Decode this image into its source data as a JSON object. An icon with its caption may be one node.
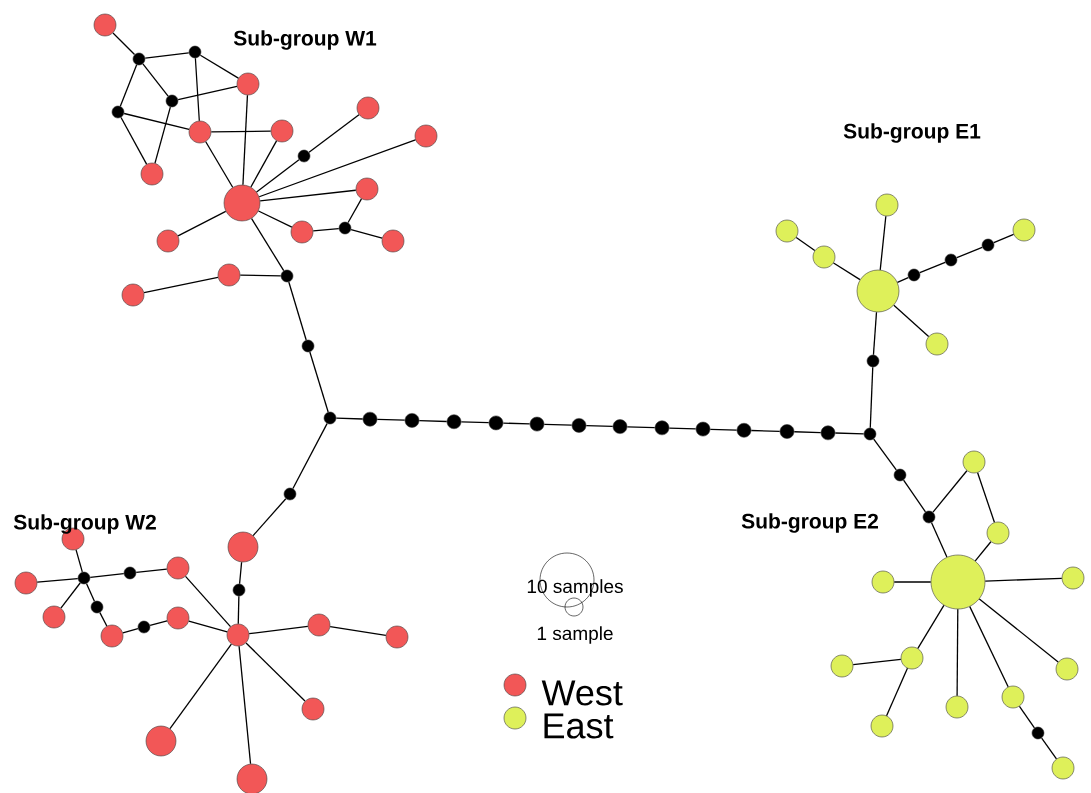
{
  "diagram": {
    "nodes": [
      {
        "text": [],
        "shape": "circle"
      },
      {
        "text": [],
        "shape": "circle"
      },
      {
        "text": [],
        "shape": "circle"
      },
      {
        "text": [],
        "shape": "circle"
      },
      {
        "text": [],
        "shape": "circle"
      },
      {
        "text": [],
        "shape": "circle"
      },
      {
        "text": [],
        "shape": "circle"
      },
      {
        "text": [],
        "shape": "circle"
      },
      {
        "text": [],
        "shape": "circle"
      },
      {
        "text": [],
        "shape": "circle"
      },
      {
        "text": [],
        "shape": "circle"
      },
      {
        "text": [],
        "shape": "circle"
      },
      {
        "text": [],
        "shape": "circle"
      },
      {
        "text": [],
        "shape": "circle"
      },
      {
        "text": [],
        "shape": "circle"
      },
      {
        "text": [],
        "shape": "circle"
      },
      {
        "text": [],
        "shape": "circle"
      },
      {
        "text": [],
        "shape": "circle"
      },
      {
        "text": [],
        "shape": "circle"
      },
      {
        "text": [],
        "shape": "circle"
      },
      {
        "text": [],
        "shape": "circle"
      },
      {
        "text": [],
        "shape": "circle"
      },
      {
        "text": [],
        "shape": "circle"
      },
      {
        "text": [],
        "shape": "circle"
      },
      {
        "text": [],
        "shape": "circle"
      },
      {
        "text": [],
        "shape": "circle"
      },
      {
        "text": [],
        "shape": "circle"
      },
      {
        "text": [],
        "shape": "circle"
      },
      {
        "text": [],
        "shape": "circle"
      },
      {
        "text": [],
        "shape": "circle"
      },
      {
        "text": [],
        "shape": "circle"
      },
      {
        "text": [],
        "shape": "circle"
      },
      {
        "text": [],
        "shape": "circle"
      },
      {
        "text": [],
        "shape": "circle"
      },
      {
        "text": [],
        "shape": "circle"
      },
      {
        "text": [],
        "shape": "circle"
      },
      {
        "text": [],
        "shape": "circle"
      },
      {
        "text": [],
        "shape": "circle"
      },
      {
        "text": [],
        "shape": "circle"
      },
      {
        "text": [],
        "shape": "circle"
      },
      {
        "text": [],
        "shape": "circle"
      },
      {
        "text": [],
        "shape": "circle"
      },
      {
        "text": [],
        "shape": "circle"
      },
      {
        "text": [],
        "shape": "circle"
      },
      {
        "text": [],
        "shape": "circle"
      },
      {
        "text": [],
        "shape": "circle"
      },
      {
        "text": [],
        "shape": "circle"
      },
      {
        "text": [],
        "shape": "circle"
      },
      {
        "text": [],
        "shape": "circle"
      },
      {
        "text": [],
        "shape": "circle"
      },
      {
        "text": [],
        "shape": "circle"
      },
      {
        "text": [],
        "shape": "circle"
      },
      {
        "text": [],
        "shape": "circle"
      },
      {
        "text": [],
        "shape": "circle"
      },
      {
        "text": [],
        "shape": "circle"
      },
      {
        "text": [],
        "shape": "circle"
      },
      {
        "text": [],
        "shape": "circle"
      },
      {
        "text": [],
        "shape": "circle"
      },
      {
        "text": [],
        "shape": "circle"
      },
      {
        "text": [],
        "shape": "circle"
      },
      {
        "text": [],
        "shape": "circle"
      },
      {
        "text": [],
        "shape": "circle"
      },
      {
        "text": [],
        "shape": "circle"
      },
      {
        "text": [],
        "shape": "circle"
      },
      {
        "text": [],
        "shape": "circle"
      },
      {
        "text": [],
        "shape": "circle"
      },
      {
        "text": [],
        "shape": "circle"
      },
      {
        "text": [],
        "shape": "circle"
      },
      {
        "text": [],
        "shape": "circle"
      },
      {
        "text": [],
        "shape": "circle"
      },
      {
        "text": [],
        "shape": "circle"
      },
      {
        "text": [],
        "shape": "circle"
      },
      {
        "text": [],
        "shape": "circle"
      },
      {
        "text": [],
        "shape": "circle"
      },
      {
        "text": [],
        "shape": "circle"
      },
      {
        "text": [],
        "shape": "circle"
      },
      {
        "text": [],
        "shape": "circle"
      },
      {
        "text": [],
        "shape": "circle"
      },
      {
        "text": [],
        "shape": "circle"
      },
      {
        "text": [],
        "shape": "circle"
      }
    ],
    "edges": [
      {
        "from": 0,
        "to": 1,
        "arrow": "none"
      },
      {
        "from": 1,
        "to": 2,
        "arrow": "none"
      },
      {
        "from": 1,
        "to": 4,
        "arrow": "none"
      },
      {
        "from": 1,
        "to": 5,
        "arrow": "none"
      },
      {
        "from": 2,
        "to": 6,
        "arrow": "none"
      },
      {
        "from": 2,
        "to": 3,
        "arrow": "none"
      },
      {
        "from": 4,
        "to": 3,
        "arrow": "none"
      },
      {
        "from": 4,
        "to": 8,
        "arrow": "none"
      },
      {
        "from": 5,
        "to": 6,
        "arrow": "none"
      },
      {
        "from": 5,
        "to": 8,
        "arrow": "none"
      },
      {
        "from": 6,
        "to": 7,
        "arrow": "none"
      },
      {
        "from": 6,
        "to": 12,
        "arrow": "none"
      },
      {
        "from": 3,
        "to": 12,
        "arrow": "none"
      },
      {
        "from": 7,
        "to": 12,
        "arrow": "none"
      },
      {
        "from": 12,
        "to": 10,
        "arrow": "none"
      },
      {
        "from": 10,
        "to": 9,
        "arrow": "none"
      },
      {
        "from": 12,
        "to": 11,
        "arrow": "none"
      },
      {
        "from": 12,
        "to": 13,
        "arrow": "none"
      },
      {
        "from": 12,
        "to": 14,
        "arrow": "none"
      },
      {
        "from": 14,
        "to": 15,
        "arrow": "none"
      },
      {
        "from": 15,
        "to": 13,
        "arrow": "none"
      },
      {
        "from": 15,
        "to": 16,
        "arrow": "none"
      },
      {
        "from": 12,
        "to": 17,
        "arrow": "none"
      },
      {
        "from": 12,
        "to": 20,
        "arrow": "none"
      },
      {
        "from": 20,
        "to": 18,
        "arrow": "none"
      },
      {
        "from": 18,
        "to": 19,
        "arrow": "none"
      },
      {
        "from": 20,
        "to": 21,
        "arrow": "none"
      },
      {
        "from": 21,
        "to": 22,
        "arrow": "none"
      },
      {
        "from": 22,
        "to": 23,
        "arrow": "none"
      },
      {
        "from": 23,
        "to": 24,
        "arrow": "none"
      },
      {
        "from": 24,
        "to": 25,
        "arrow": "none"
      },
      {
        "from": 25,
        "to": 26,
        "arrow": "none"
      },
      {
        "from": 26,
        "to": 27,
        "arrow": "none"
      },
      {
        "from": 27,
        "to": 28,
        "arrow": "none"
      },
      {
        "from": 28,
        "to": 29,
        "arrow": "none"
      },
      {
        "from": 29,
        "to": 30,
        "arrow": "none"
      },
      {
        "from": 30,
        "to": 31,
        "arrow": "none"
      },
      {
        "from": 31,
        "to": 32,
        "arrow": "none"
      },
      {
        "from": 32,
        "to": 33,
        "arrow": "none"
      },
      {
        "from": 33,
        "to": 34,
        "arrow": "none"
      },
      {
        "from": 34,
        "to": 35,
        "arrow": "none"
      },
      {
        "from": 35,
        "to": 36,
        "arrow": "none"
      },
      {
        "from": 36,
        "to": 37,
        "arrow": "none"
      },
      {
        "from": 37,
        "to": 38,
        "arrow": "none"
      },
      {
        "from": 37,
        "to": 40,
        "arrow": "none"
      },
      {
        "from": 40,
        "to": 39,
        "arrow": "none"
      },
      {
        "from": 37,
        "to": 41,
        "arrow": "none"
      },
      {
        "from": 41,
        "to": 42,
        "arrow": "none"
      },
      {
        "from": 42,
        "to": 43,
        "arrow": "none"
      },
      {
        "from": 43,
        "to": 44,
        "arrow": "none"
      },
      {
        "from": 37,
        "to": 45,
        "arrow": "none"
      },
      {
        "from": 35,
        "to": 46,
        "arrow": "none"
      },
      {
        "from": 46,
        "to": 47,
        "arrow": "none"
      },
      {
        "from": 47,
        "to": 50,
        "arrow": "none"
      },
      {
        "from": 47,
        "to": 48,
        "arrow": "none"
      },
      {
        "from": 48,
        "to": 49,
        "arrow": "none"
      },
      {
        "from": 49,
        "to": 50,
        "arrow": "none"
      },
      {
        "from": 50,
        "to": 51,
        "arrow": "none"
      },
      {
        "from": 50,
        "to": 52,
        "arrow": "none"
      },
      {
        "from": 50,
        "to": 53,
        "arrow": "none"
      },
      {
        "from": 53,
        "to": 54,
        "arrow": "none"
      },
      {
        "from": 53,
        "to": 55,
        "arrow": "none"
      },
      {
        "from": 50,
        "to": 56,
        "arrow": "none"
      },
      {
        "from": 50,
        "to": 57,
        "arrow": "none"
      },
      {
        "from": 57,
        "to": 58,
        "arrow": "none"
      },
      {
        "from": 58,
        "to": 59,
        "arrow": "none"
      },
      {
        "from": 50,
        "to": 60,
        "arrow": "none"
      },
      {
        "from": 22,
        "to": 61,
        "arrow": "none"
      },
      {
        "from": 61,
        "to": 62,
        "arrow": "none"
      },
      {
        "from": 62,
        "to": 63,
        "arrow": "none"
      },
      {
        "from": 63,
        "to": 64,
        "arrow": "none"
      },
      {
        "from": 64,
        "to": 65,
        "arrow": "none"
      },
      {
        "from": 65,
        "to": 66,
        "arrow": "none"
      },
      {
        "from": 66,
        "to": 67,
        "arrow": "none"
      },
      {
        "from": 67,
        "to": 68,
        "arrow": "none"
      },
      {
        "from": 67,
        "to": 69,
        "arrow": "none"
      },
      {
        "from": 67,
        "to": 70,
        "arrow": "none"
      },
      {
        "from": 67,
        "to": 71,
        "arrow": "none"
      },
      {
        "from": 71,
        "to": 72,
        "arrow": "none"
      },
      {
        "from": 72,
        "to": 73,
        "arrow": "none"
      },
      {
        "from": 73,
        "to": 74,
        "arrow": "none"
      },
      {
        "from": 74,
        "to": 64,
        "arrow": "none"
      },
      {
        "from": 64,
        "to": 75,
        "arrow": "none"
      },
      {
        "from": 75,
        "to": 76,
        "arrow": "none"
      },
      {
        "from": 64,
        "to": 77,
        "arrow": "none"
      },
      {
        "from": 64,
        "to": 78,
        "arrow": "none"
      },
      {
        "from": 64,
        "to": 79,
        "arrow": "none"
      }
    ],
    "labels": [
      "Sub-group W1",
      "Sub-group E1",
      "Sub-group W2",
      "Sub-group E2"
    ],
    "legend": [
      {
        "text": "10 samples"
      },
      {
        "text": "1 sample"
      },
      {
        "text": "West",
        "color": "#f25757"
      },
      {
        "text": "East",
        "color": "#def05a"
      }
    ]
  }
}
